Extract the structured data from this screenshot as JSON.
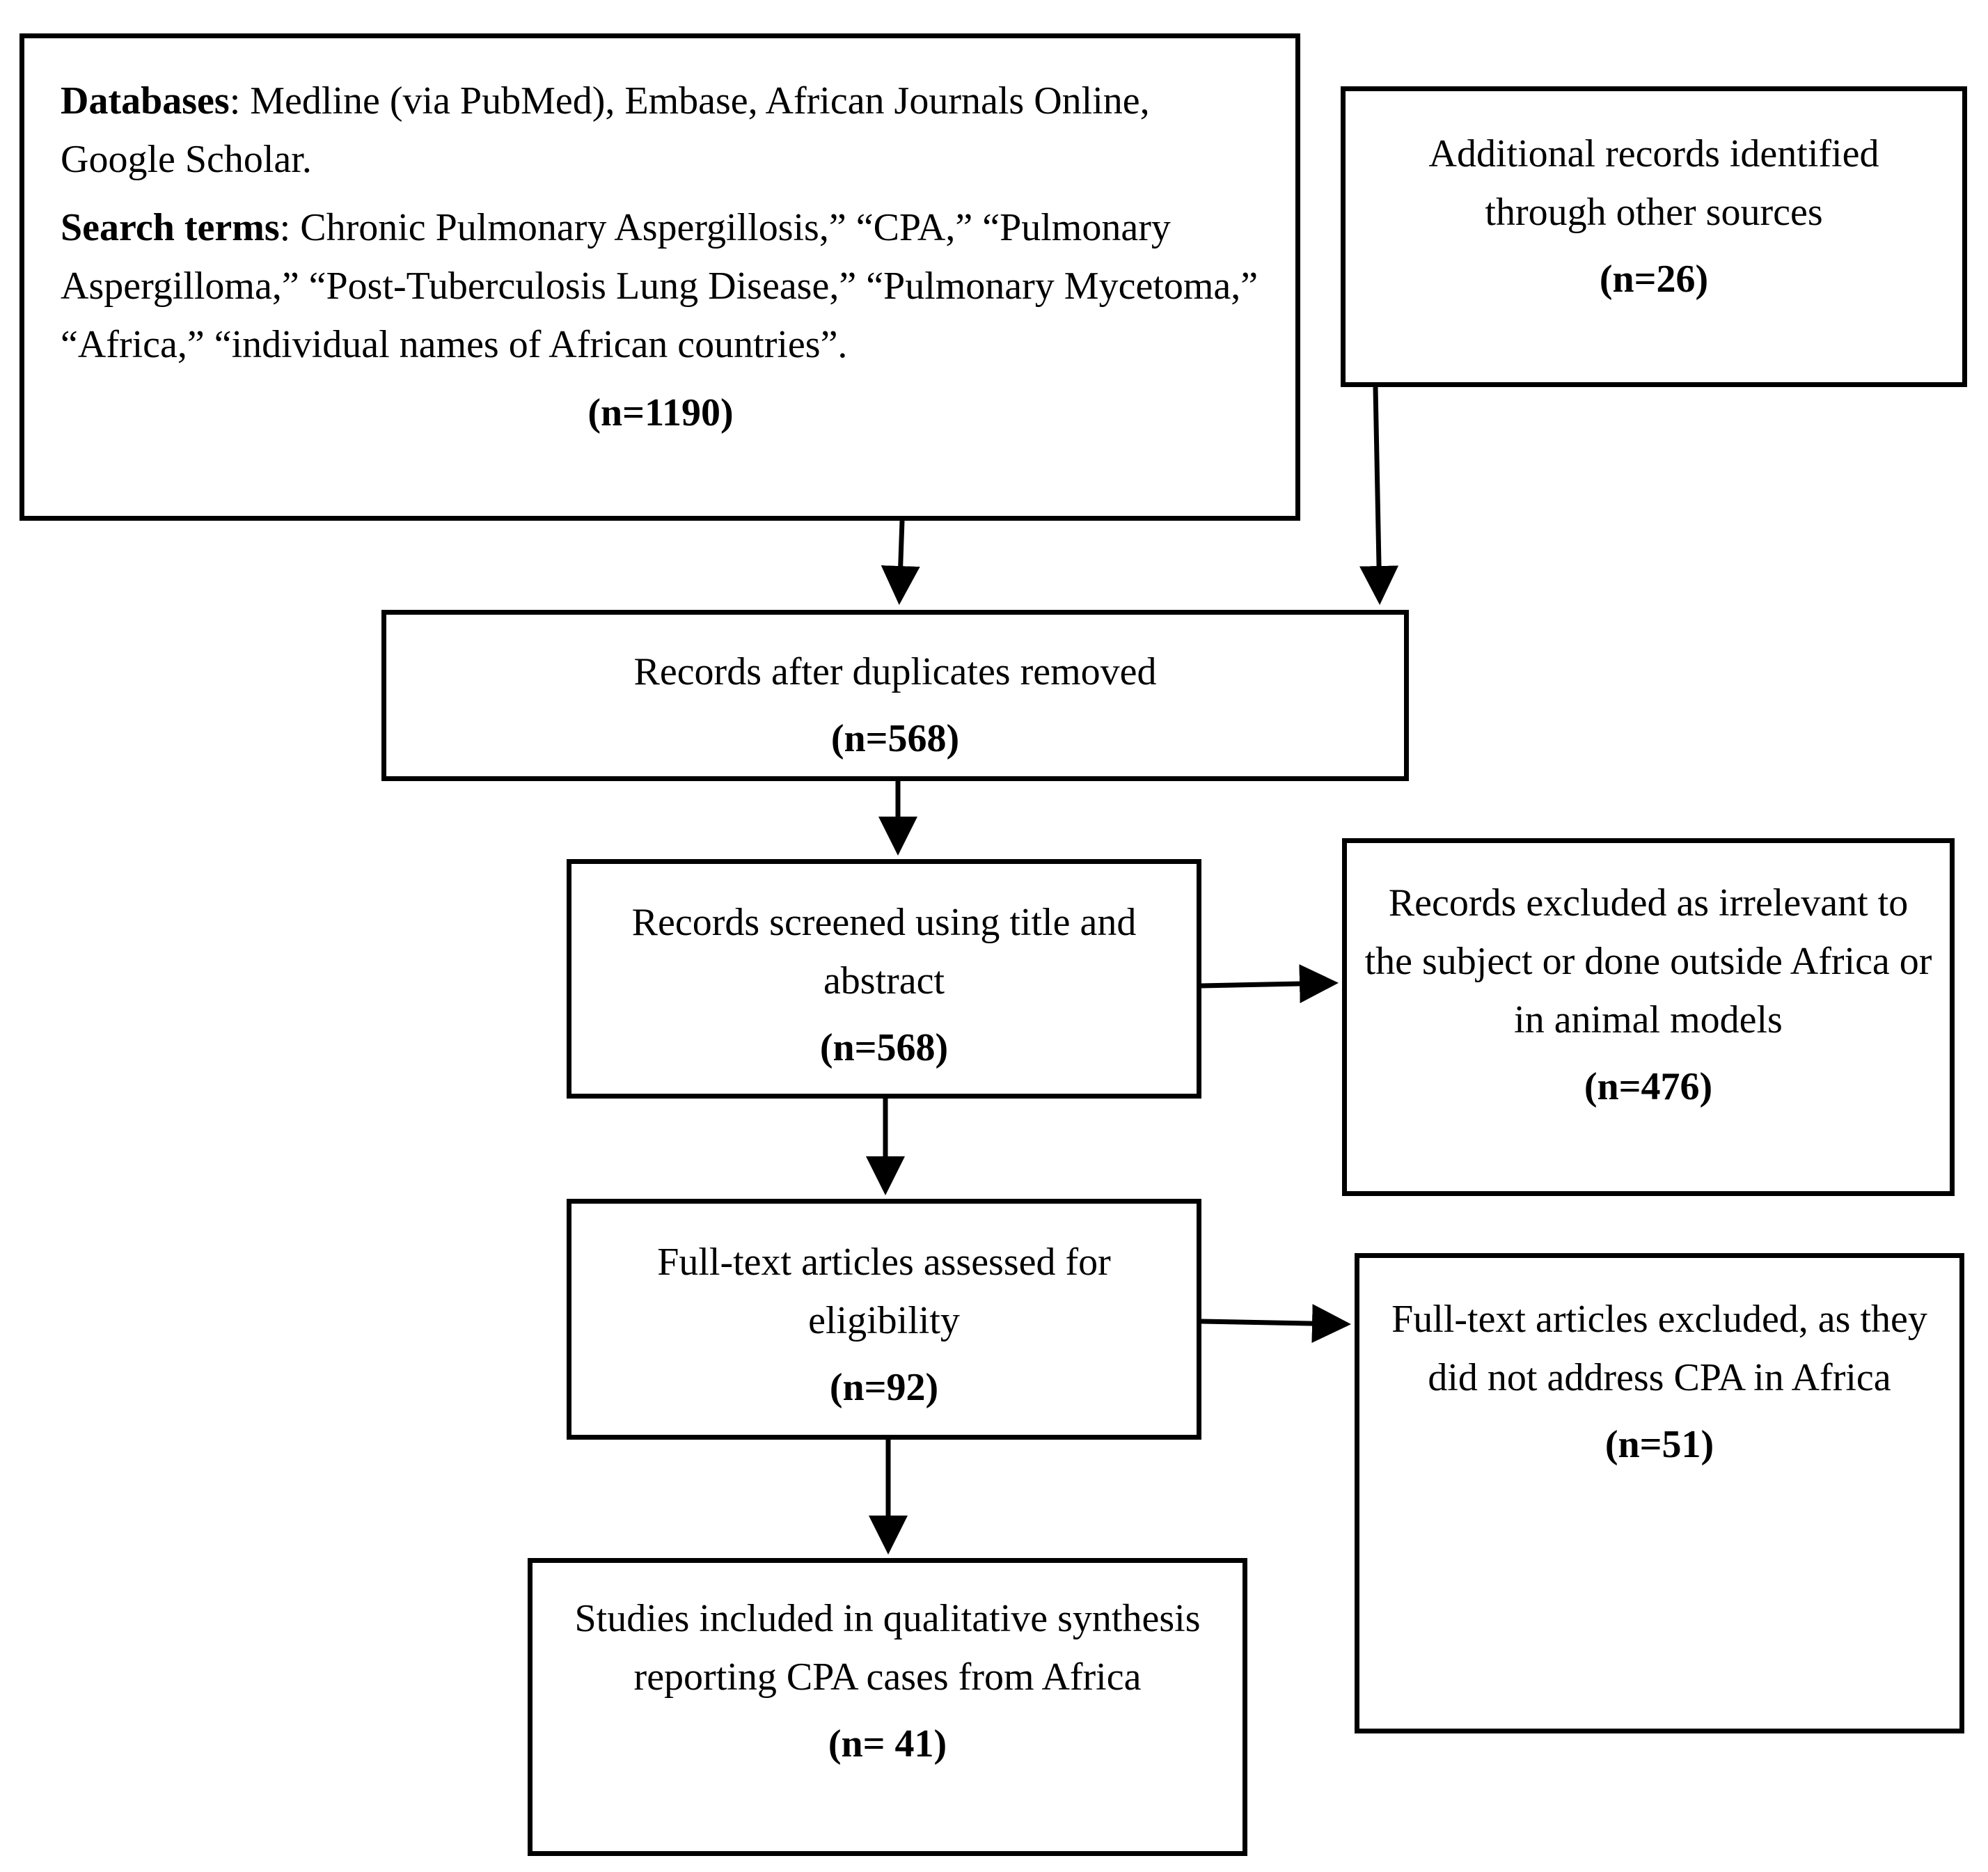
{
  "boxes": {
    "databases": {
      "label1": "Databases",
      "text1": ": Medline (via PubMed), Embase, African Journals Online, Google Scholar.",
      "label2": "Search terms",
      "text2": ": Chronic Pulmonary Aspergillosis,” “CPA,” “Pulmonary Aspergilloma,” “Post-Tuberculosis Lung Disease,” “Pulmonary Mycetoma,” “Africa,” “individual names of African countries”.",
      "count": "(n=1190)"
    },
    "additional": {
      "text": "Additional records identified through other sources",
      "count": "(n=26)"
    },
    "after_duplicates": {
      "text": "Records after duplicates removed",
      "count": "(n=568)"
    },
    "screened": {
      "text": "Records screened using title and abstract",
      "count": "(n=568)"
    },
    "excluded_screen": {
      "text": "Records excluded as irrelevant to the subject or done outside Africa or in animal models",
      "count": "(n=476)"
    },
    "fulltext": {
      "text": "Full-text articles assessed for eligibility",
      "count": "(n=92)"
    },
    "excluded_fulltext": {
      "text": "Full-text articles excluded, as they did not address CPA in Africa",
      "count": "(n=51)"
    },
    "included": {
      "text": "Studies included in qualitative synthesis reporting CPA cases from Africa",
      "count": "(n= 41)"
    }
  },
  "colors": {
    "stroke": "#000000",
    "background": "#ffffff"
  }
}
